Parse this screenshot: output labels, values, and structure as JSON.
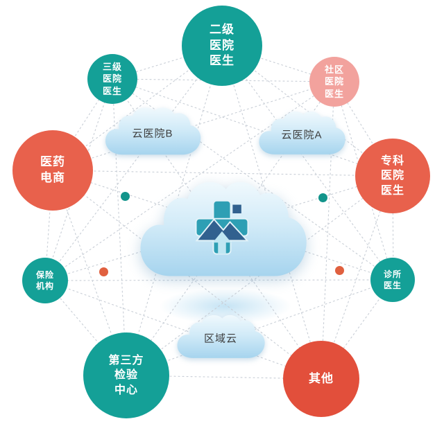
{
  "diagram": {
    "center_clouds": {
      "cloud_b": {
        "label": "云医院B"
      },
      "cloud_a": {
        "label": "云医院A"
      },
      "regional": {
        "label": "区域云"
      }
    },
    "nodes": [
      {
        "id": "tier2-hospital-doctors",
        "label": "二级\n医院\n医生",
        "color": "#14A097"
      },
      {
        "id": "tier3-hospital-doctors",
        "label": "三级\n医院\n医生",
        "color": "#14A097"
      },
      {
        "id": "community-hospital-doctors",
        "label": "社区\n医院\n医生",
        "color": "#F2A29D"
      },
      {
        "id": "pharma-ecommerce",
        "label": "医药\n电商",
        "color": "#E8614C"
      },
      {
        "id": "specialist-hospital-doctors",
        "label": "专科\n医院\n医生",
        "color": "#E8614C"
      },
      {
        "id": "insurance-institution",
        "label": "保险\n机构",
        "color": "#14A097"
      },
      {
        "id": "clinic-doctors",
        "label": "诊所\n医生",
        "color": "#14A097"
      },
      {
        "id": "third-party-testing-center",
        "label": "第三方\n检验\n中心",
        "color": "#14A097"
      },
      {
        "id": "other",
        "label": "其他",
        "color": "#E24F3B"
      }
    ],
    "dots": [
      {
        "id": "dot-left",
        "color": "#12948B"
      },
      {
        "id": "dot-right",
        "color": "#12948B"
      },
      {
        "id": "dot-lower-left",
        "color": "#E0603F"
      },
      {
        "id": "dot-lower-right",
        "color": "#E0603F"
      }
    ],
    "icons": {
      "center": "medical-cross-cloud"
    },
    "palette": {
      "teal": "#14A097",
      "coral": "#E8614C",
      "salmon": "#F2A29D",
      "red": "#E24F3B",
      "cloud_top": "#EEF8FD",
      "cloud_bottom": "#A6D4EE",
      "line": "#C8CED6"
    }
  }
}
